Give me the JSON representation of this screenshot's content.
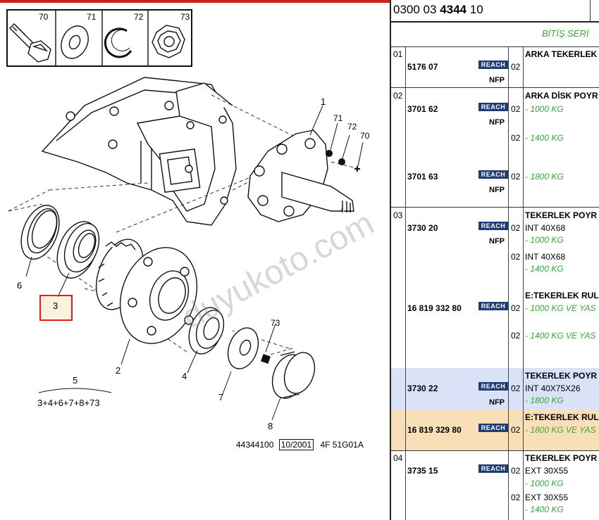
{
  "diagram": {
    "parts_row": [
      "70",
      "71",
      "72",
      "73"
    ],
    "callouts": {
      "c1": "1",
      "c71": "71",
      "c72": "72",
      "c70": "70",
      "c6": "6",
      "c3": "3",
      "c2": "2",
      "c4": "4",
      "c73": "73",
      "c7": "7",
      "c8": "8"
    },
    "group_number": "5",
    "group_formula": "3+4+6+7+8+73",
    "footer_code": "44344100",
    "footer_date": "10/2001",
    "footer_ref": "4F 51G01A",
    "watermark": "duyukoto.com",
    "highlight_color": "#e02020"
  },
  "catalog": {
    "ref_prefix": "0300 03",
    "ref_bold": "4344",
    "ref_suffix": "10",
    "series_label": "BİTİŞ SERİ",
    "reach_label": "REACH",
    "nfp_label": "NFP",
    "groups": [
      {
        "num": "01",
        "rows": [
          {
            "part": "5176 07",
            "qty": "02",
            "title": "ARKA TEKERLEK",
            "nfp": true
          }
        ]
      },
      {
        "num": "02",
        "rows": [
          {
            "part": "3701 62",
            "qty": "02",
            "title": "ARKA DİSK POYR",
            "green": "- 1000 KG",
            "nfp": true
          },
          {
            "qty": "02",
            "green": "- 1400 KG"
          },
          {
            "part": "3701 63",
            "qty": "02",
            "green": "- 1800 KG",
            "nfp": true
          }
        ]
      },
      {
        "num": "03",
        "rows": [
          {
            "part": "3730 20",
            "qty": "02",
            "title": "TEKERLEK POYR",
            "text": "INT 40X68",
            "green": "- 1000 KG",
            "nfp": true
          },
          {
            "qty": "02",
            "text": "INT 40X68",
            "green": "- 1400 KG"
          },
          {
            "part": "16 819 332 80",
            "qty": "02",
            "title": "E:TEKERLEK RUL",
            "green": "- 1000 KG VE YAS"
          },
          {
            "qty": "02",
            "green": "- 1400 KG VE YAS"
          },
          {
            "part": "3730 22",
            "qty": "02",
            "title": "TEKERLEK POYR",
            "text": "INT 40X75X26",
            "green": "- 1800 KG",
            "nfp": true
          },
          {
            "part": "16 819 329 80",
            "qty": "02",
            "title": "E:TEKERLEK RUL",
            "green": "- 1800 KG VE YAS"
          }
        ]
      },
      {
        "num": "04",
        "rows": [
          {
            "part": "3735 15",
            "qty": "02",
            "title": "TEKERLEK POYR",
            "text": "EXT 30X55",
            "green": "- 1000 KG"
          },
          {
            "qty": "02",
            "text": "EXT 30X55",
            "green": "- 1400 KG"
          }
        ]
      }
    ]
  }
}
